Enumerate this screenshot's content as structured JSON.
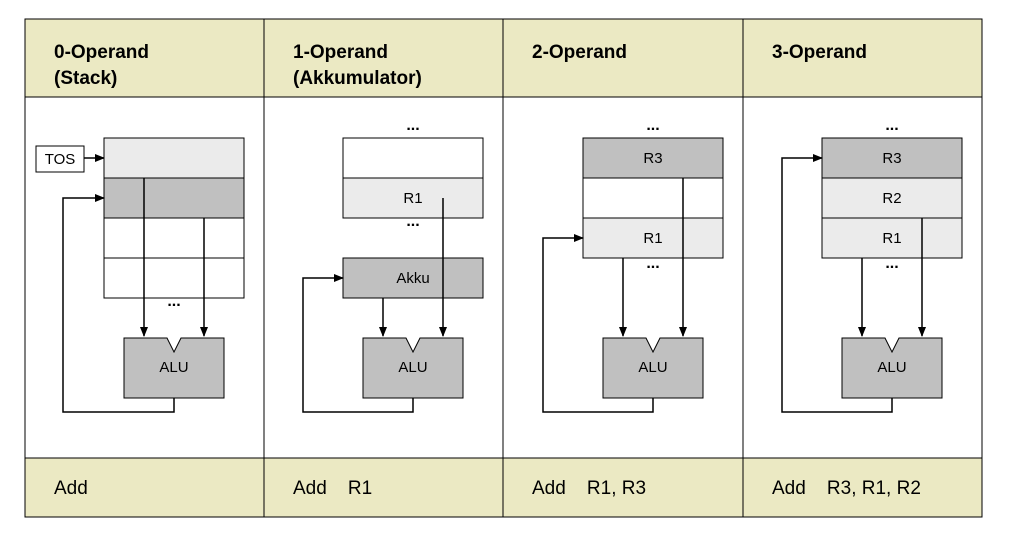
{
  "columns": [
    {
      "header_line1": "0-Operand",
      "header_line2": "(Stack)",
      "instruction": "Add",
      "tos_label": "TOS",
      "ellipsis": "...",
      "alu_label": "ALU"
    },
    {
      "header_line1": "1-Operand",
      "header_line2": "(Akkumulator)",
      "instruction": "Add    R1",
      "ellipsis_top": "...",
      "register": "R1",
      "ellipsis_mid": "...",
      "akku_label": "Akku",
      "alu_label": "ALU"
    },
    {
      "header_line1": "2-Operand",
      "instruction": "Add    R1, R3",
      "ellipsis_top": "...",
      "registers": [
        "R3",
        "",
        "R1"
      ],
      "ellipsis_bottom": "...",
      "alu_label": "ALU"
    },
    {
      "header_line1": "3-Operand",
      "instruction": "Add    R3, R1, R2",
      "ellipsis_top": "...",
      "registers": [
        "R3",
        "R2",
        "R1"
      ],
      "ellipsis_bottom": "...",
      "alu_label": "ALU"
    }
  ],
  "colors": {
    "band": "#ebe9c3",
    "cell_light": "#ebebeb",
    "cell_dark": "#c0c0c0",
    "cell_white": "#ffffff",
    "border": "#000000"
  }
}
